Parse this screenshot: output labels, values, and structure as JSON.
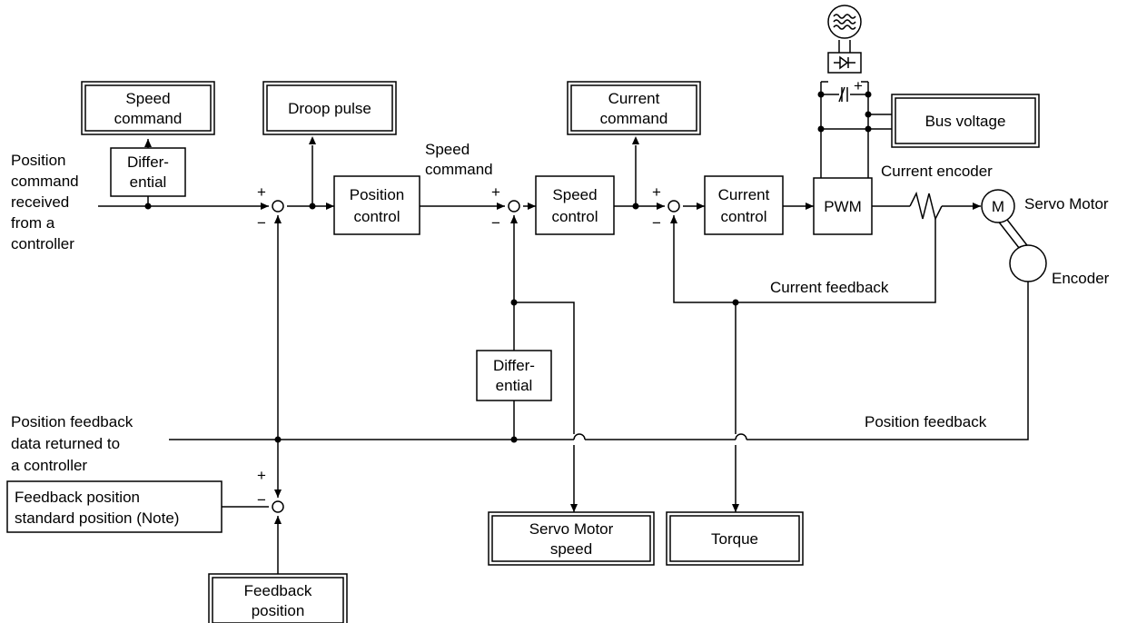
{
  "labels": {
    "speed_command_top_1": "Speed",
    "speed_command_top_2": "command",
    "droop_pulse": "Droop pulse",
    "current_command_1": "Current",
    "current_command_2": "command",
    "bus_voltage": "Bus voltage",
    "position_command_1": "Position",
    "position_command_2": "command",
    "position_command_3": "received",
    "position_command_4": "from a",
    "position_command_5": "controller",
    "differential_1a": "Differ-",
    "differential_1b": "ential",
    "position_control_1": "Position",
    "position_control_2": "control",
    "speed_command_mid_1": "Speed",
    "speed_command_mid_2": "command",
    "speed_control_1": "Speed",
    "speed_control_2": "control",
    "current_control_1": "Current",
    "current_control_2": "control",
    "pwm": "PWM",
    "current_encoder": "Current encoder",
    "motor_letter": "M",
    "servo_motor": "Servo Motor",
    "encoder": "Encoder",
    "current_feedback": "Current feedback",
    "differential_2a": "Differ-",
    "differential_2b": "ential",
    "position_feedback_left_1": "Position feedback",
    "position_feedback_left_2": "data returned to",
    "position_feedback_left_3": "a controller",
    "position_feedback_right": "Position feedback",
    "feedback_std_1": "Feedback position",
    "feedback_std_2": "standard position (Note)",
    "servo_motor_speed_1": "Servo Motor",
    "servo_motor_speed_2": "speed",
    "torque": "Torque",
    "feedback_position_1": "Feedback",
    "feedback_position_2": "position",
    "plus": "+",
    "minus": "−"
  }
}
